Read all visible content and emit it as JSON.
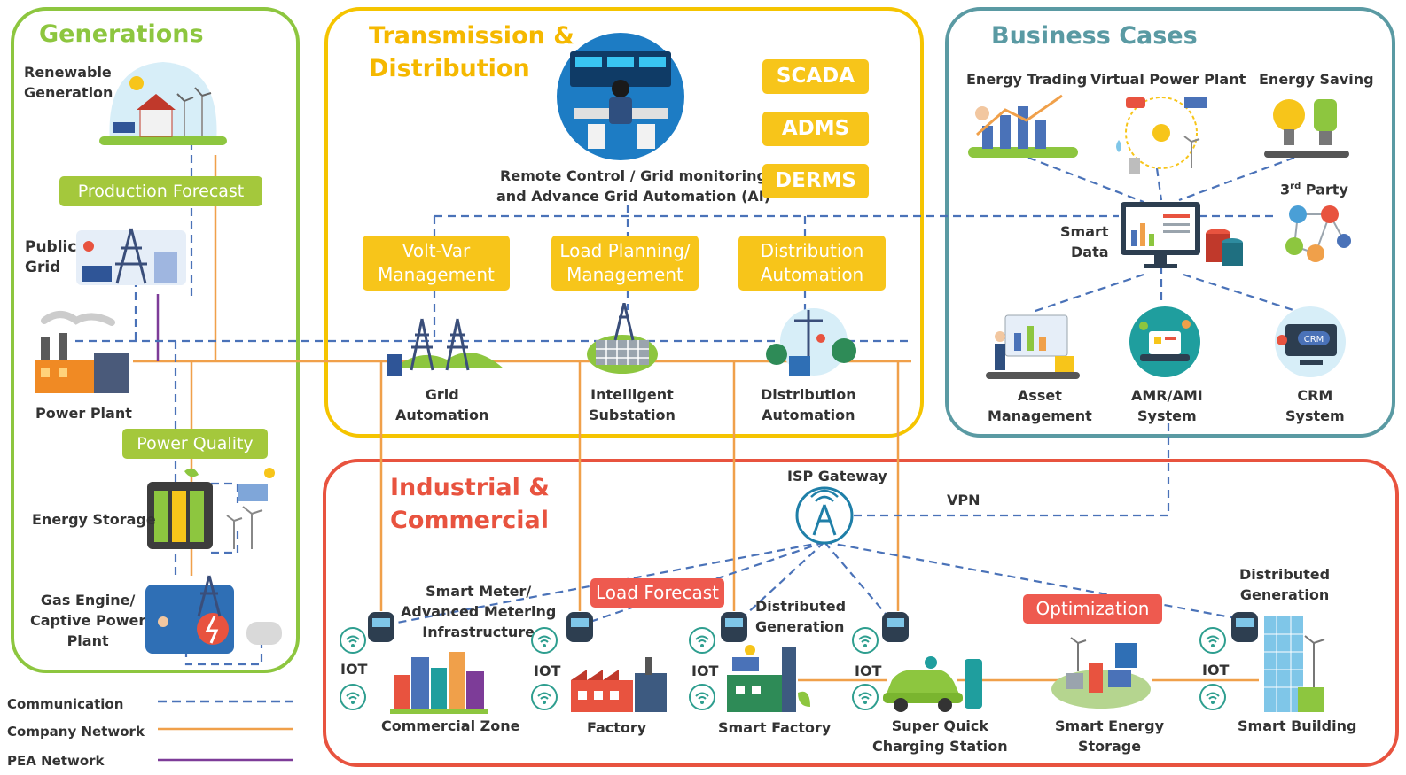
{
  "panels": {
    "generations": {
      "title": "Generations",
      "color": "#8dc63f"
    },
    "transmission": {
      "title": "Transmission &\nDistribution",
      "color": "#f5c400"
    },
    "business": {
      "title": "Business Cases",
      "color": "#5a9aa3"
    },
    "industrial": {
      "title": "Industrial &\nCommercial",
      "color": "#e8533f"
    }
  },
  "generation": {
    "renewable": "Renewable\nGeneration",
    "production_forecast": "Production Forecast",
    "public_grid": "Public\nGrid",
    "power_plant": "Power Plant",
    "power_quality": "Power Quality",
    "energy_storage": "Energy Storage",
    "gas_engine": "Gas Engine/\nCaptive Power\nPlant"
  },
  "td": {
    "remote_control": "Remote Control / Grid monitoring\nand Advance Grid Automation (AI)",
    "scada": "SCADA",
    "adms": "ADMS",
    "derms": "DERMS",
    "volt_var": "Volt-Var\nManagement",
    "load_planning": "Load Planning/\nManagement",
    "distribution_automation_box": "Distribution\nAutomation",
    "grid_automation": "Grid\nAutomation",
    "intelligent_substation": "Intelligent\nSubstation",
    "distribution_automation": "Distribution\nAutomation"
  },
  "business": {
    "energy_trading": "Energy Trading",
    "virtual_power_plant": "Virtual Power Plant",
    "energy_saving": "Energy Saving",
    "third_party_base": "3",
    "third_party_sup": "rd",
    "third_party_rest": " Party",
    "smart_data": "Smart\nData",
    "asset_management": "Asset\nManagement",
    "amr_ami": "AMR/AMI\nSystem",
    "crm": "CRM\nSystem",
    "crm_badge": "CRM"
  },
  "industrial": {
    "isp_gateway": "ISP Gateway",
    "vpn": "VPN",
    "smart_meter": "Smart Meter/\nAdvanced Metering\nInfrastructure",
    "load_forecast": "Load Forecast",
    "distributed_generation_1": "Distributed\nGeneration",
    "optimization": "Optimization",
    "distributed_generation_2": "Distributed\nGeneration",
    "iot": "IOT",
    "commercial_zone": "Commercial Zone",
    "factory": "Factory",
    "smart_factory": "Smart Factory",
    "charging_station": "Super Quick\nCharging Station",
    "smart_energy_storage": "Smart Energy\nStorage",
    "smart_building": "Smart Building"
  },
  "legend": [
    {
      "label": "Communication",
      "style": "dashed",
      "color": "#4a72b8"
    },
    {
      "label": "Company Network",
      "style": "solid",
      "color": "#f0a04a"
    },
    {
      "label": "PEA Network",
      "style": "solid",
      "color": "#7d3c98"
    }
  ],
  "colors": {
    "communication": "#4a72b8",
    "company_network": "#f0a04a",
    "pea_network": "#7d3c98",
    "yellow_box": "#f7c51a",
    "green_box": "#a4c83c",
    "red_box": "#ee5a4f"
  }
}
